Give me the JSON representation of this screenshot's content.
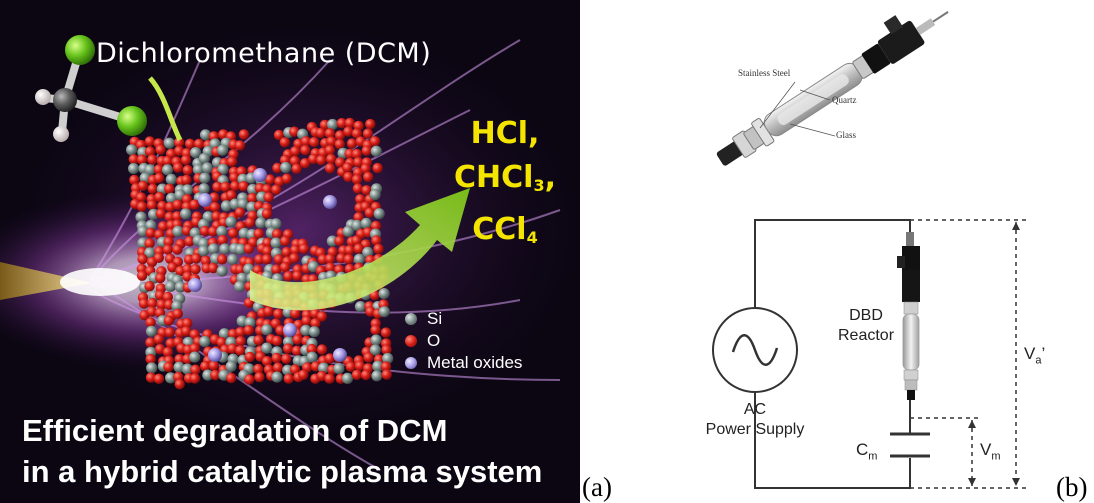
{
  "panel_a": {
    "molecule_label": "Dichloromethane (DCM)",
    "products_line1": "HCl, CHCl",
    "products_sub1": "3",
    "products_comma": ",",
    "products_line2": "CCl",
    "products_sub2": "4",
    "legend": [
      {
        "label": "Si",
        "color": "#7e8f8c"
      },
      {
        "label": "O",
        "color": "#e0211d"
      },
      {
        "label": "Metal oxides",
        "color": "#a69be6"
      }
    ],
    "caption_line1": "Efficient degradation of DCM",
    "caption_line2": "in a hybrid catalytic plasma system",
    "tag": "(a)"
  },
  "panel_b": {
    "reactor_labels": {
      "stainless": "Stainless Steel",
      "quartz": "Quartz",
      "glass": "Glass"
    },
    "dbd_line1": "DBD",
    "dbd_line2": "Reactor",
    "ac_line1": "AC",
    "ac_line2": "Power Supply",
    "cm_main": "C",
    "cm_sub": "m",
    "vm_main": "V",
    "vm_sub": "m",
    "va_main": "V",
    "va_sub": "a",
    "va_prime": "’",
    "tag": "(b)"
  },
  "colors": {
    "plasma": "#c66ad8",
    "arrow": "#9fd12a",
    "products": "#f4e500",
    "oxygen": "#e0211d",
    "silicon": "#7e8f8c"
  }
}
